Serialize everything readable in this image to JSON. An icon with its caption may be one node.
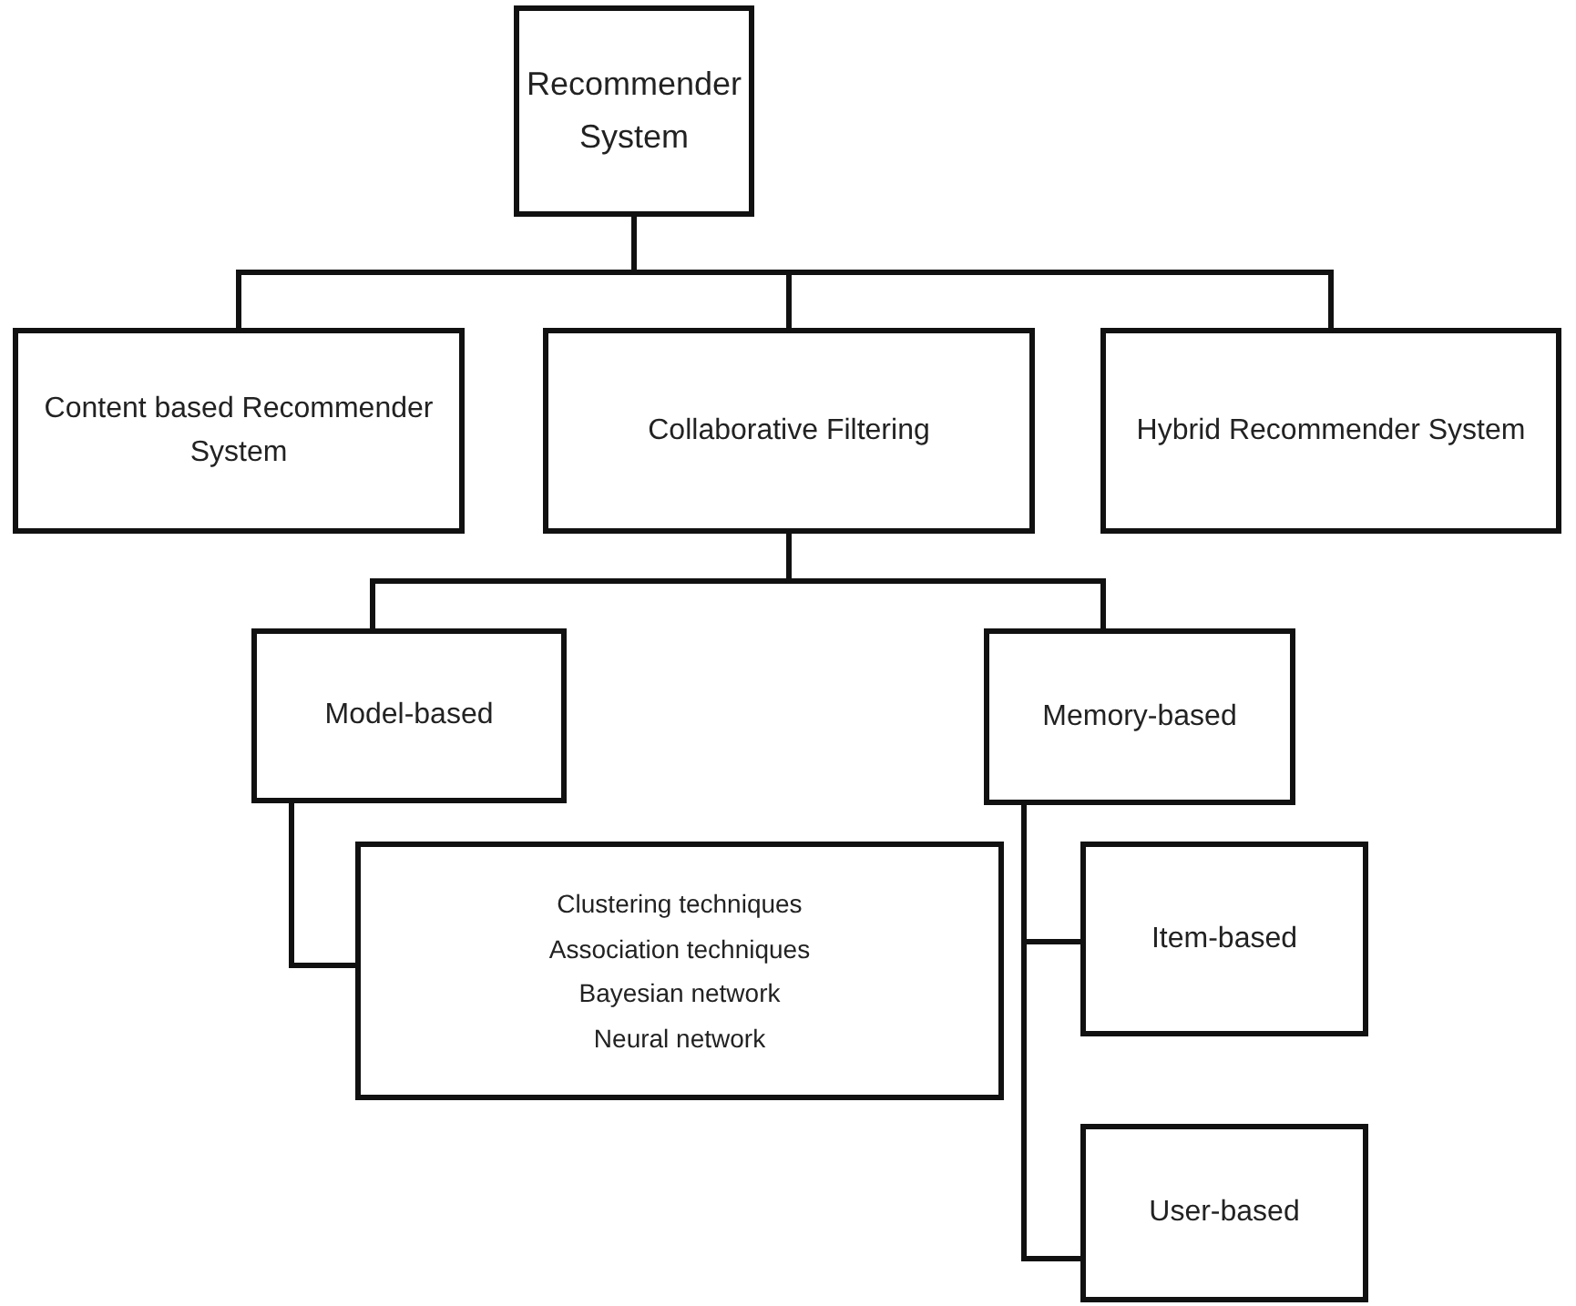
{
  "diagram": {
    "nodes": [
      {
        "text": [
          "Recommender System"
        ]
      },
      {
        "text": [
          "Content based Recommender System"
        ]
      },
      {
        "text": [
          "Collaborative Filtering"
        ]
      },
      {
        "text": [
          "Hybrid Recommender System"
        ]
      },
      {
        "text": [
          "Model-based"
        ]
      },
      {
        "text": [
          "Memory-based"
        ]
      },
      {
        "text": [
          "Clustering techniques",
          "Association techniques",
          "Bayesian network",
          "Neural network"
        ]
      },
      {
        "text": [
          "Item-based"
        ]
      },
      {
        "text": [
          "User-based"
        ]
      }
    ],
    "edges": [
      {
        "from": 0,
        "to": 1,
        "arrow": "none"
      },
      {
        "from": 0,
        "to": 2,
        "arrow": "none"
      },
      {
        "from": 0,
        "to": 3,
        "arrow": "none"
      },
      {
        "from": 2,
        "to": 4,
        "arrow": "none"
      },
      {
        "from": 2,
        "to": 5,
        "arrow": "none"
      },
      {
        "from": 4,
        "to": 6,
        "arrow": "none"
      },
      {
        "from": 5,
        "to": 7,
        "arrow": "none"
      },
      {
        "from": 5,
        "to": 8,
        "arrow": "none"
      }
    ]
  }
}
